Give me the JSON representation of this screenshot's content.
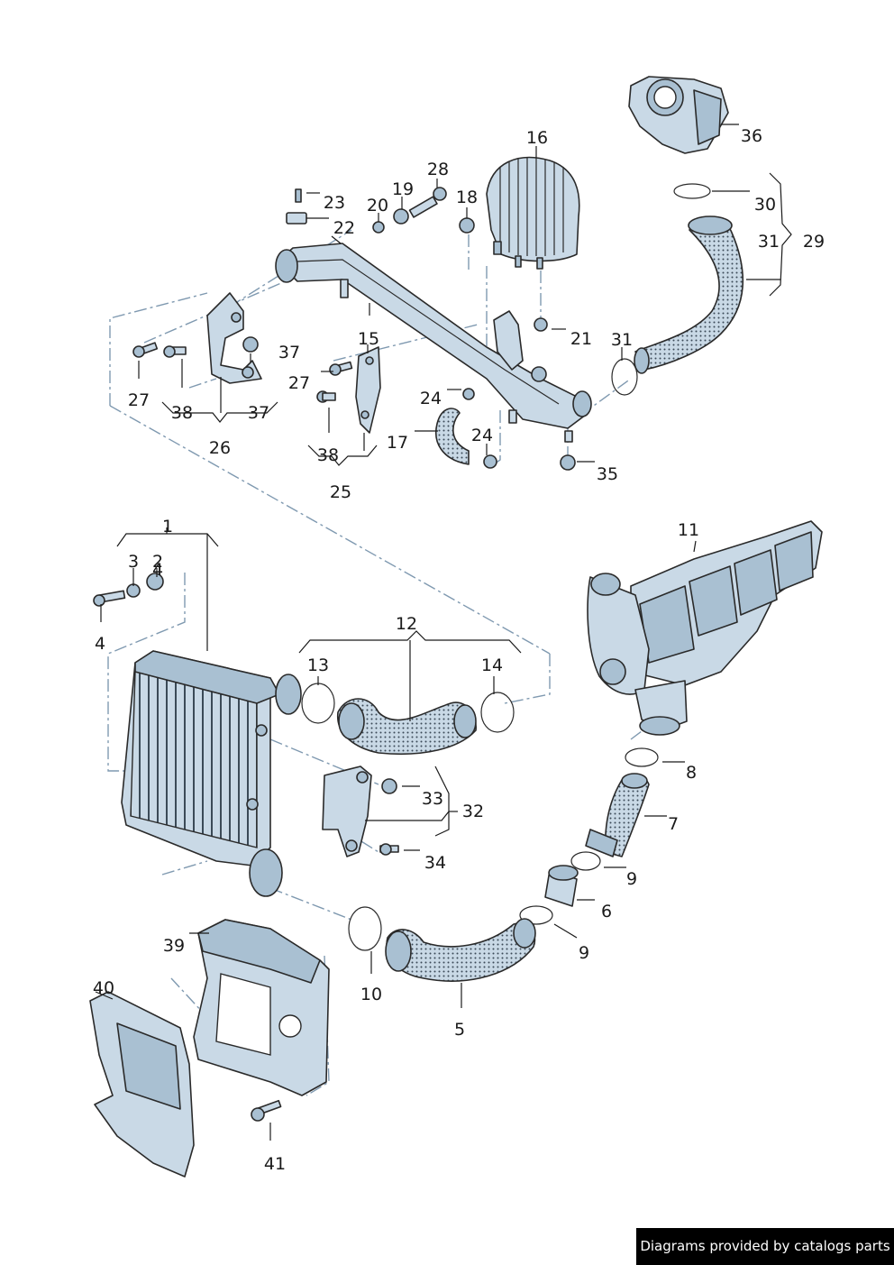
{
  "callouts": [
    "1",
    "2",
    "3",
    "4",
    "4",
    "5",
    "6",
    "7",
    "8",
    "9",
    "9",
    "10",
    "11",
    "12",
    "13",
    "14",
    "15",
    "16",
    "17",
    "18",
    "19",
    "20",
    "21",
    "22",
    "23",
    "24",
    "24",
    "25",
    "26",
    "27",
    "27",
    "28",
    "29",
    "30",
    "31",
    "31",
    "32",
    "33",
    "34",
    "35",
    "36",
    "37",
    "37",
    "38",
    "38",
    "39",
    "40",
    "41"
  ],
  "credit": "Diagrams provided by catalogs parts"
}
